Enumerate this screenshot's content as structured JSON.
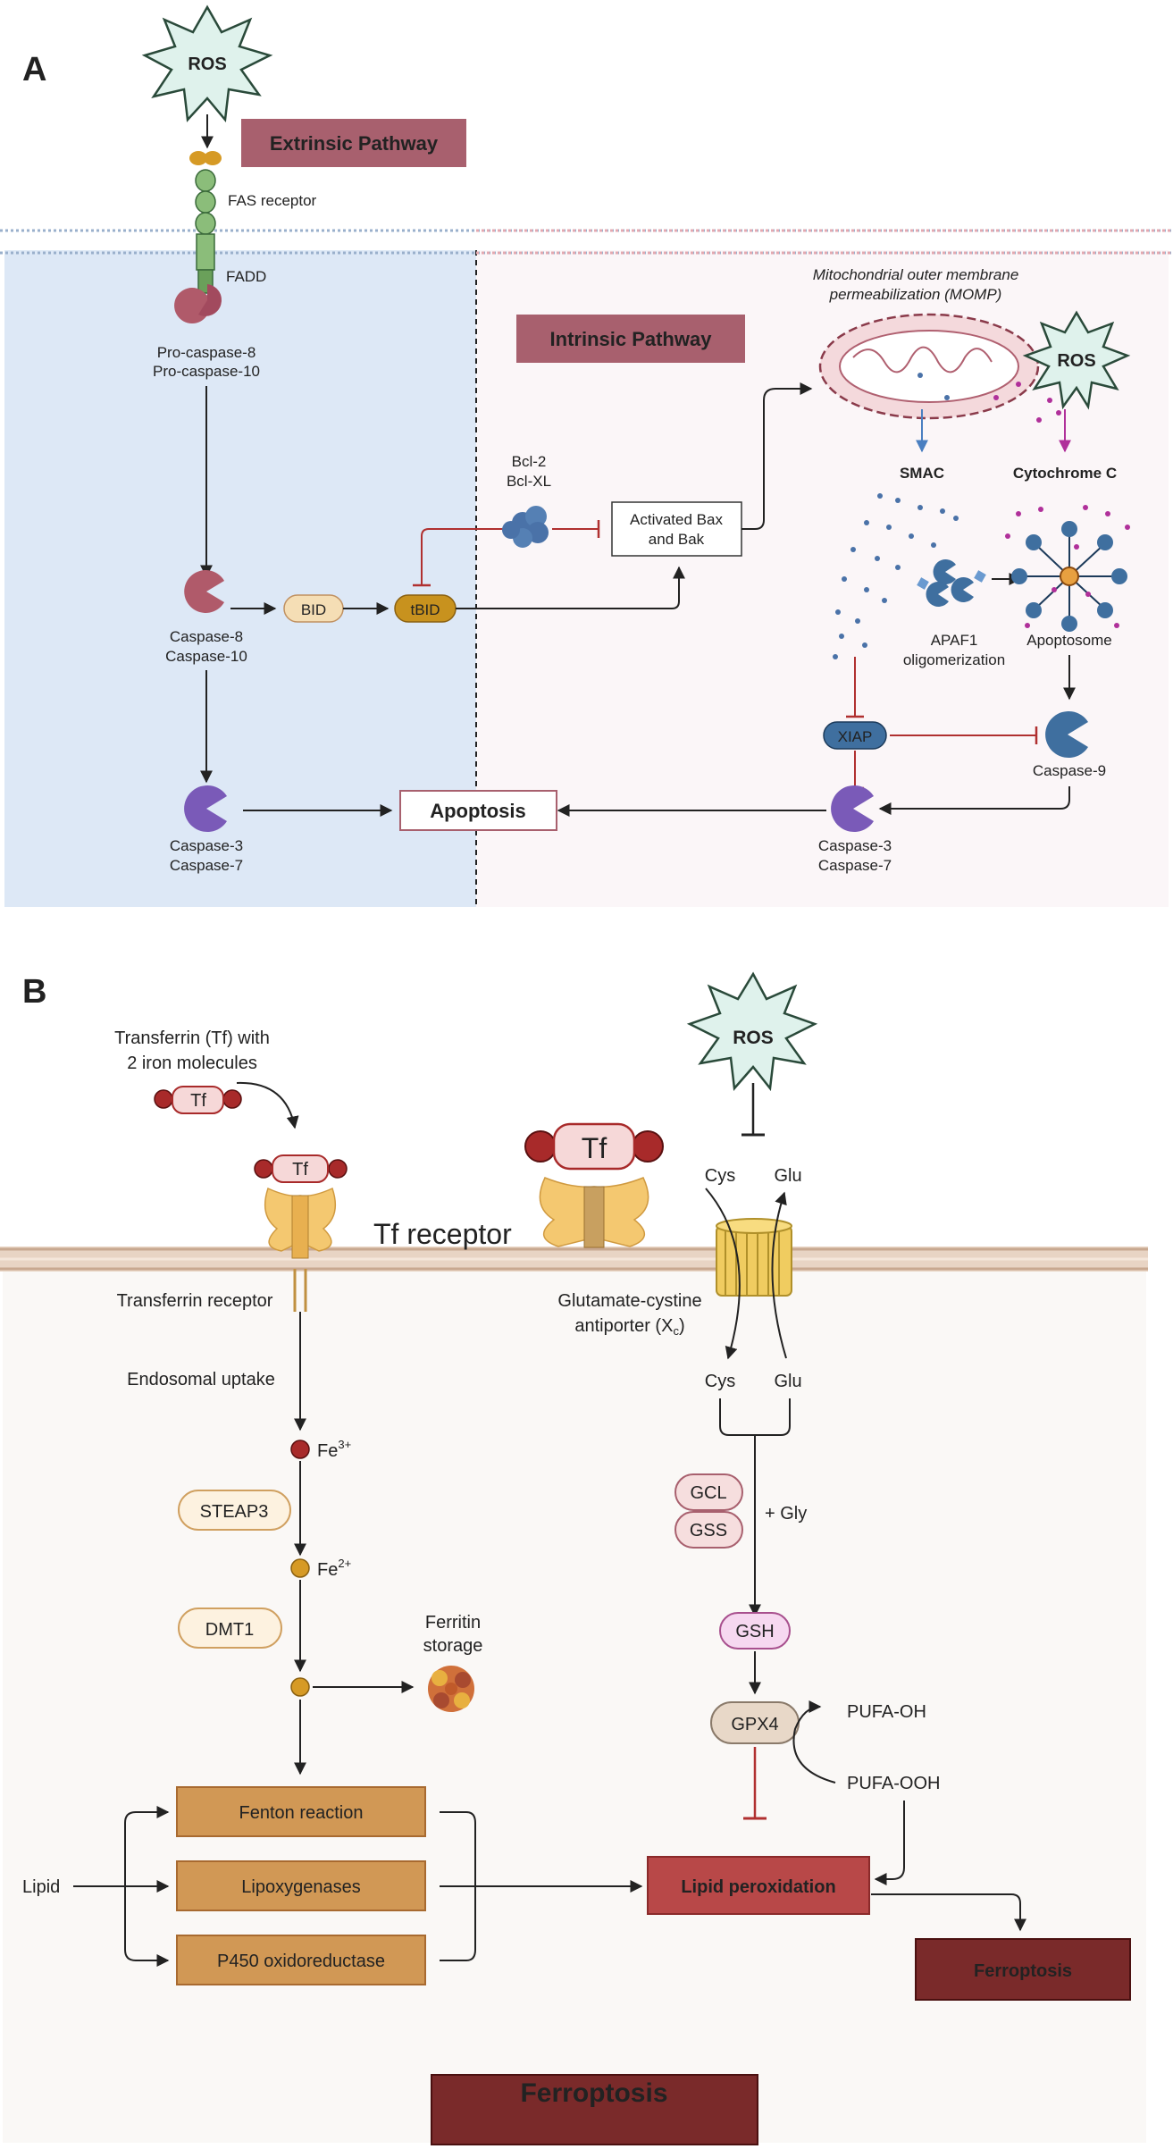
{
  "panel_a": {
    "letter": "A",
    "ros_top": "ROS",
    "extrinsic_label": "Extrinsic Pathway",
    "fas_receptor": "FAS receptor",
    "fadd": "FADD",
    "procaspase_8": "Pro-caspase-8",
    "procaspase_10": "Pro-caspase-10",
    "intrinsic_label": "Intrinsic Pathway",
    "momp_line1": "Mitochondrial outer membrane",
    "momp_line2": "permeabilization (MOMP)",
    "ros_mito": "ROS",
    "bcl2": "Bcl-2",
    "bclxl": "Bcl-XL",
    "bax_line1": "Activated Bax",
    "bax_line2": "and Bak",
    "smac": "SMAC",
    "cytochrome_c": "Cytochrome C",
    "caspase_8": "Caspase-8",
    "caspase_10": "Caspase-10",
    "bid": "BID",
    "tbid": "tBID",
    "apaf1_line1": "APAF1",
    "apaf1_line2": "oligomerization",
    "apoptosome": "Apoptosome",
    "xiap": "XIAP",
    "caspase_9": "Caspase-9",
    "caspase_3_left": "Caspase-3",
    "caspase_7_left": "Caspase-7",
    "apoptosis": "Apoptosis",
    "caspase_3_right": "Caspase-3",
    "caspase_7_right": "Caspase-7"
  },
  "panel_b": {
    "letter": "B",
    "tf_line1": "Transferrin (Tf) with",
    "tf_line2": "2 iron molecules",
    "tf_small": "Tf",
    "tf_bound": "Tf",
    "tf_large": "Tf",
    "tf_receptor_big": "Tf receptor",
    "ros": "ROS",
    "cys_top": "Cys",
    "glu_top": "Glu",
    "transferrin_receptor": "Transferrin receptor",
    "antiporter_line1": "Glutamate-cystine",
    "antiporter_line2": "antiporter (X",
    "antiporter_sub": "c",
    "antiporter_close": ")",
    "endosomal_uptake": "Endosomal uptake",
    "cys_bottom": "Cys",
    "glu_bottom": "Glu",
    "fe3": "Fe",
    "fe3_sup": "3+",
    "steap3": "STEAP3",
    "gcl": "GCL",
    "gss": "GSS",
    "plus_gly": "+ Gly",
    "fe2": "Fe",
    "fe2_sup": "2+",
    "dmt1": "DMT1",
    "ferritin_line1": "Ferritin",
    "ferritin_line2": "storage",
    "gsh": "GSH",
    "gpx4": "GPX4",
    "pufa_oh": "PUFA-OH",
    "pufa_ooh": "PUFA-OOH",
    "fenton": "Fenton reaction",
    "lipid": "Lipid",
    "lipoxygenases": "Lipoxygenases",
    "lipid_peroxidation": "Lipid peroxidation",
    "p450": "P450 oxidoreductase",
    "ferroptosis_box": "Ferroptosis",
    "ferroptosis_banner": "Ferroptosis"
  },
  "colors": {
    "mauve": "#a8606e",
    "orange_box": "#d19855",
    "red_box": "#b84848",
    "dark_red": "#7a2a2a",
    "blue_region": "#dde8f6",
    "pink_region": "#fbf6f8",
    "inhibit_red": "#b03030",
    "caspase_pink": "#b05a6a",
    "caspase_purple": "#7a5ab8",
    "caspase_blue": "#3f6f9f"
  }
}
